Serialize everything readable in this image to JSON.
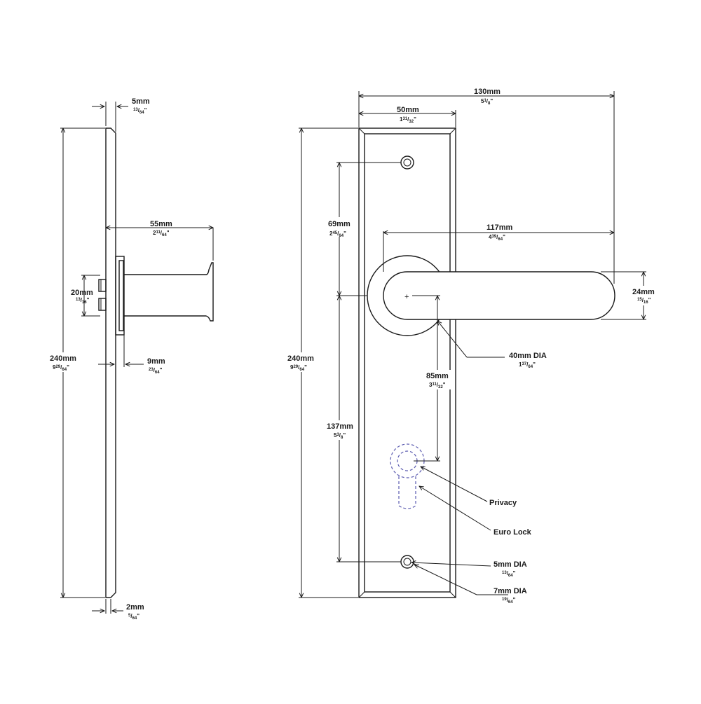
{
  "side_view": {
    "thickness": {
      "mm": "5mm",
      "inch_num": "13",
      "inch_den": "64"
    },
    "projection": {
      "mm": "55mm",
      "inch_whole": "2",
      "inch_num": "11",
      "inch_den": "64"
    },
    "spindle": {
      "mm": "20mm",
      "inch_num": "13",
      "inch_den": "16"
    },
    "rose_gap": {
      "mm": "9mm",
      "inch_num": "23",
      "inch_den": "64"
    },
    "height": {
      "mm": "240mm",
      "inch_whole": "9",
      "inch_num": "29",
      "inch_den": "64"
    },
    "bevel": {
      "mm": "2mm",
      "inch_num": "5",
      "inch_den": "64"
    }
  },
  "front_view": {
    "overall_width": {
      "mm": "130mm",
      "inch_whole": "5",
      "inch_num": "1",
      "inch_den": "8"
    },
    "plate_width": {
      "mm": "50mm",
      "inch_whole": "1",
      "inch_num": "31",
      "inch_den": "32"
    },
    "lever_length": {
      "mm": "117mm",
      "inch_whole": "4",
      "inch_num": "39",
      "inch_den": "64"
    },
    "screw_to_spindle": {
      "mm": "69mm",
      "inch_whole": "2",
      "inch_num": "45",
      "inch_den": "64"
    },
    "lever_height": {
      "mm": "24mm",
      "inch_num": "15",
      "inch_den": "16"
    },
    "rose_dia": {
      "mm": "40mm DIA",
      "inch_whole": "1",
      "inch_num": "37",
      "inch_den": "64"
    },
    "spindle_to_lock": {
      "mm": "85mm",
      "inch_whole": "3",
      "inch_num": "11",
      "inch_den": "32"
    },
    "spindle_to_screw": {
      "mm": "137mm",
      "inch_whole": "5",
      "inch_num": "3",
      "inch_den": "8"
    },
    "height": {
      "mm": "240mm",
      "inch_whole": "9",
      "inch_num": "29",
      "inch_den": "64"
    },
    "privacy_label": "Privacy",
    "euro_lock_label": "Euro Lock",
    "screw_small": {
      "mm": "5mm DIA",
      "inch_num": "13",
      "inch_den": "64"
    },
    "screw_large": {
      "mm": "7mm DIA",
      "inch_num": "19",
      "inch_den": "64"
    }
  }
}
